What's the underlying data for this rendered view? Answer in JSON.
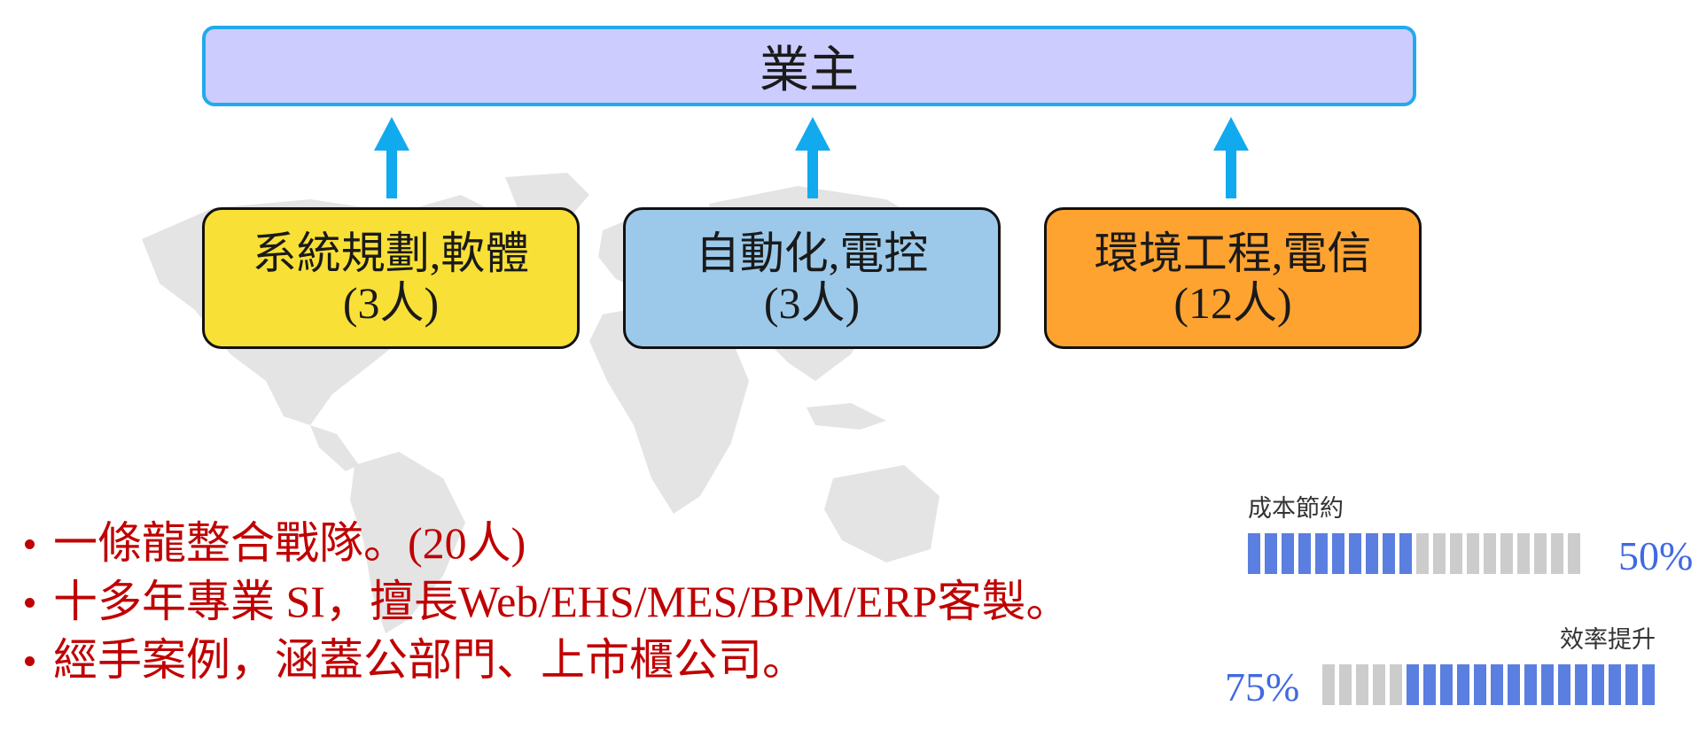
{
  "owner": {
    "label": "業主"
  },
  "teams": [
    {
      "name": "系統規劃,軟體",
      "count": "(3人)",
      "color": "#f9e036"
    },
    {
      "name": "自動化,電控",
      "count": "(3人)",
      "color": "#9cc9ea"
    },
    {
      "name": "環境工程,電信",
      "count": "(12人)",
      "color": "#fea330"
    }
  ],
  "arrow_color": "#11aaee",
  "bullets": [
    "一條龍整合戰隊。(20人)",
    "十多年專業 SI，擅長Web/EHS/MES/BPM/ERP客製。",
    "經手案例，涵蓋公部門、上市櫃公司。"
  ],
  "metrics": [
    {
      "label": "成本節約",
      "percent_text": "50%",
      "fill_fraction": 0.5,
      "fill_direction": "left"
    },
    {
      "label": "效率提升",
      "percent_text": "75%",
      "fill_fraction": 0.75,
      "fill_direction": "right"
    }
  ],
  "colors": {
    "bar_filled": "#5b7fe0",
    "bar_empty": "#cccccc",
    "bullet_text": "#c00000",
    "percent_text": "#4169e1",
    "map": "#e4e4e4"
  }
}
